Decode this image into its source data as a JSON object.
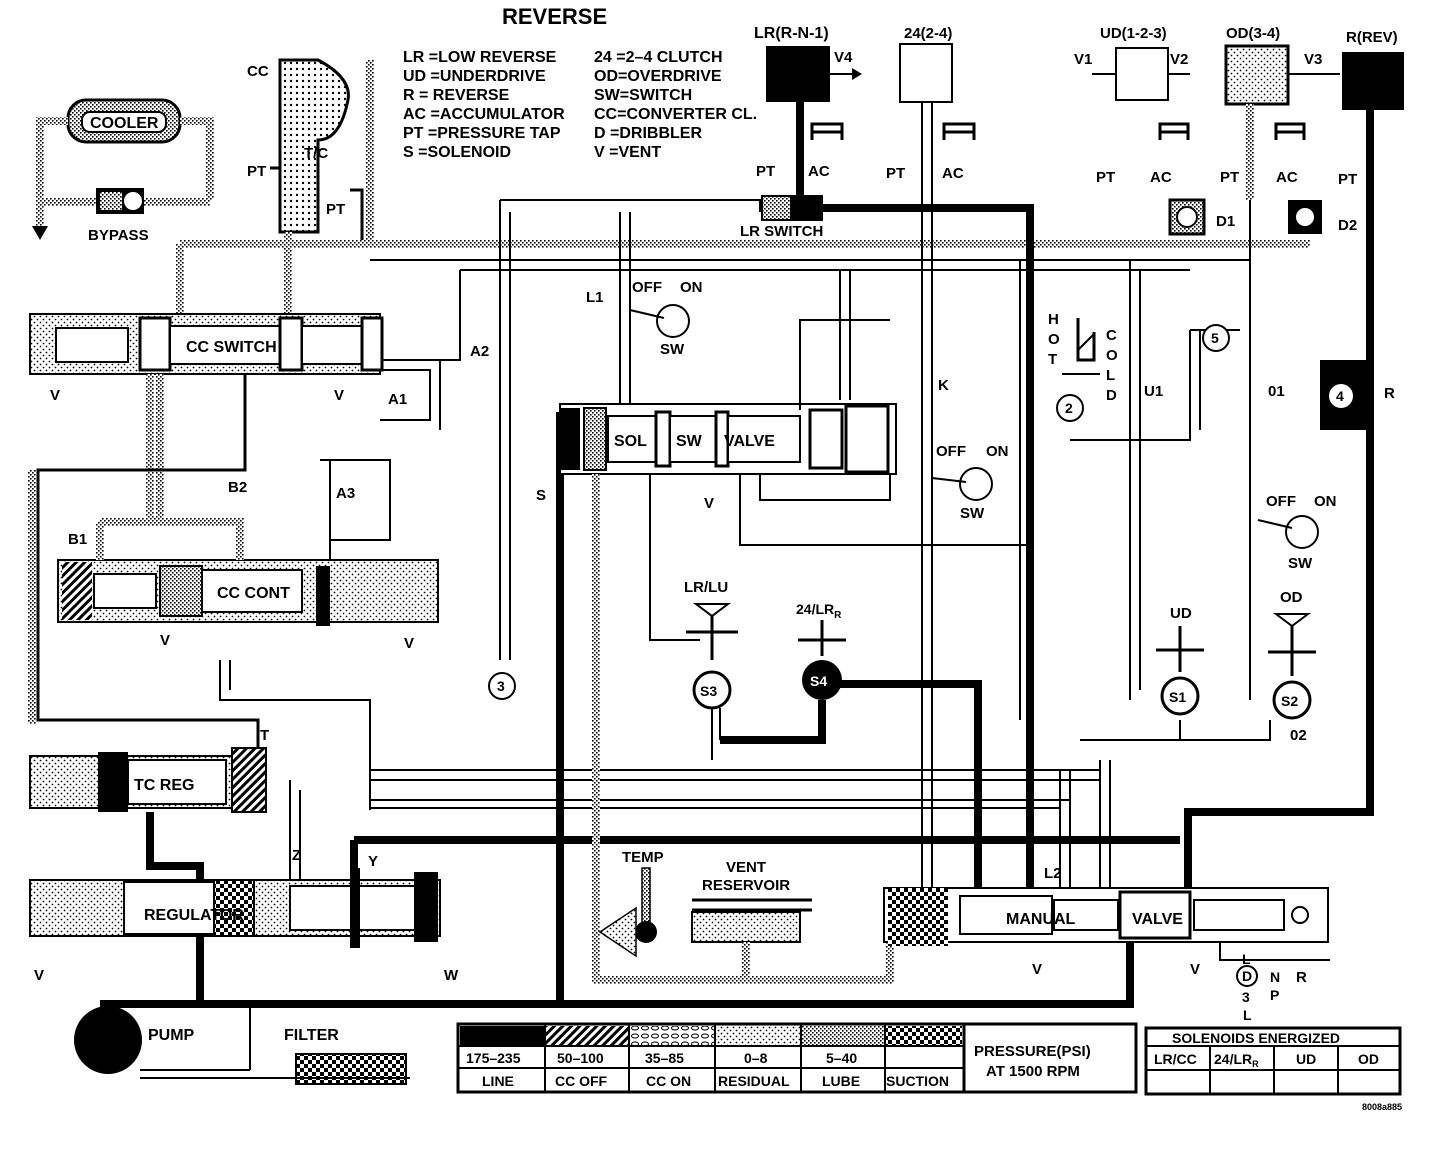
{
  "diagram": {
    "title": "REVERSE",
    "legend_abbr": [
      "LR =LOW REVERSE",
      "UD =UNDERDRIVE",
      "R  = REVERSE",
      "AC =ACCUMULATOR",
      "PT =PRESSURE TAP",
      "S  =SOLENOID",
      "24  =2–4 CLUTCH",
      "OD=OVERDRIVE",
      "SW=SWITCH",
      "CC=CONVERTER CL.",
      "D  =DRIBBLER",
      "V  =VENT"
    ],
    "clutches": {
      "lr": "LR(R-N-1)",
      "c24": "24(2-4)",
      "ud": "UD(1-2-3)",
      "od": "OD(3-4)",
      "rev": "R(REV)"
    },
    "labels": {
      "cc": "CC",
      "tc": "T/C",
      "pt": "PT",
      "ac": "AC",
      "v": "V",
      "v1": "V1",
      "v2": "V2",
      "v3": "V3",
      "v4": "V4",
      "cooler": "COOLER",
      "bypass": "BYPASS",
      "lr_switch": "LR SWITCH",
      "d1": "D1",
      "d2": "D2",
      "off": "OFF",
      "on": "ON",
      "sw": "SW",
      "l1": "L1",
      "l2": "L2",
      "a1": "A1",
      "a2": "A2",
      "a3": "A3",
      "b1": "B1",
      "b2": "B2",
      "cc_switch": "CC SWITCH",
      "cc_cont": "CC CONT",
      "sol": "SOL",
      "sw_valve": "SW",
      "valve": "VALVE",
      "k": "K",
      "hot": "HOT",
      "cold": "COLD",
      "u1": "U1",
      "o1": "01",
      "o2": "02",
      "r": "R",
      "s": "S",
      "lr_lu": "LR/LU",
      "s24lr": "24/LR",
      "sub_r": "R",
      "ud": "UD",
      "od": "OD",
      "n2": "2",
      "n3": "3",
      "n4": "4",
      "n5": "5",
      "s1": "S1",
      "s2": "S2",
      "s3": "S3",
      "s4": "S4",
      "tc_reg": "TC REG",
      "t": "T",
      "z": "Z",
      "y": "Y",
      "w": "W",
      "regulator": "REGULATOR",
      "temp": "TEMP",
      "vent_reservoir_1": "VENT",
      "vent_reservoir_2": "RESERVOIR",
      "manual": "MANUAL",
      "manual_valve": "VALVE",
      "pump": "PUMP",
      "filter": "FILTER",
      "gear_l": "L",
      "gear_d": "D",
      "gear_3": "3",
      "gear_n": "N",
      "gear_p": "P",
      "gear_r": "R",
      "part_code": "8008a885"
    },
    "pressure_table": {
      "ranges": [
        "175–235",
        "50–100",
        "35–85",
        "0–8",
        "5–40",
        ""
      ],
      "names": [
        "LINE",
        "CC OFF",
        "CC ON",
        "RESIDUAL",
        "LUBE",
        "SUCTION"
      ],
      "caption_1": "PRESSURE(PSI)",
      "caption_2": "AT 1500 RPM"
    },
    "solenoids_table": {
      "title": "SOLENOIDS ENERGIZED",
      "headers": [
        "LR/CC",
        "24/LR",
        "UD",
        "OD"
      ],
      "header_sub_r": "R"
    }
  }
}
